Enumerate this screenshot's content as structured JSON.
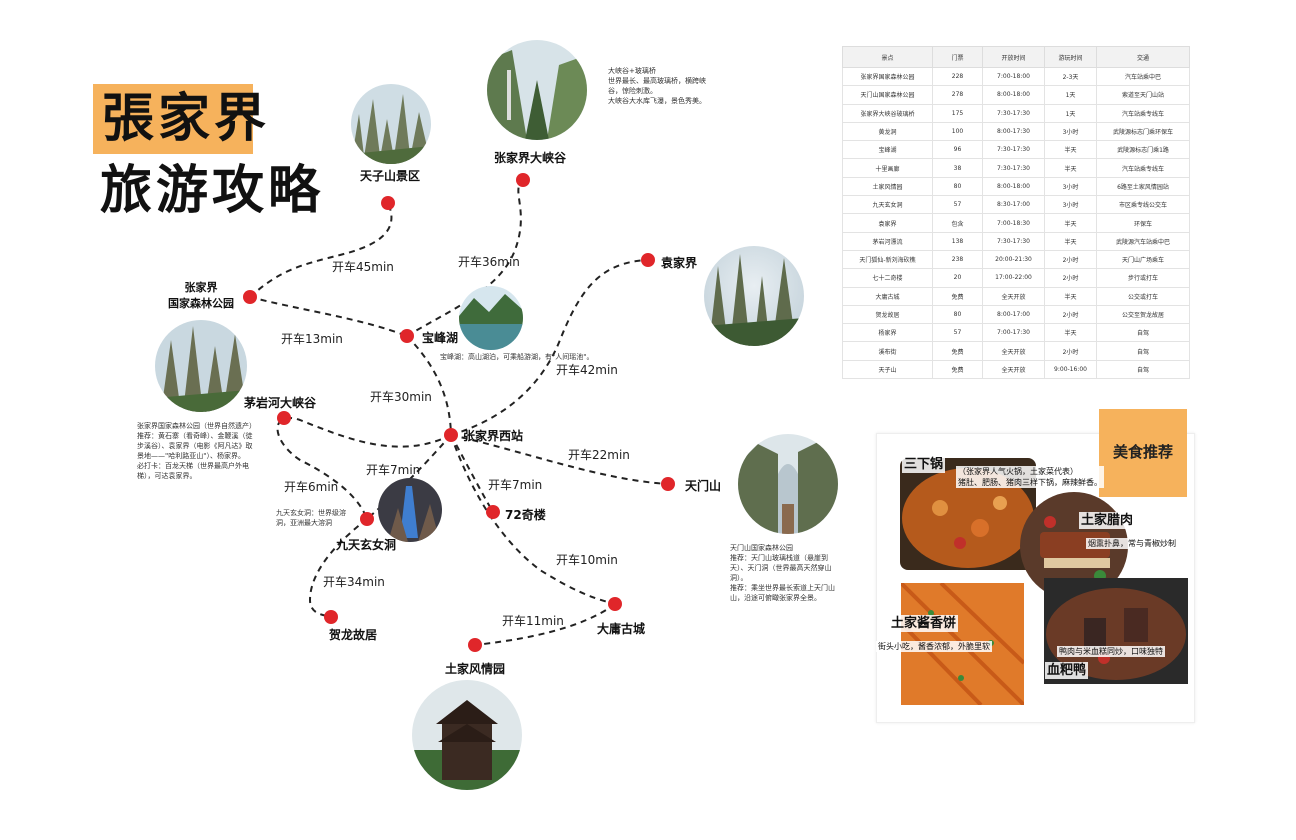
{
  "title": {
    "line1": "張家界",
    "line2": "旅游攻略"
  },
  "places": {
    "tianzi": "天子山景区",
    "canyon": "张家界大峡谷",
    "forest_park": "张家界\n国家森林公园",
    "baofeng": "宝峰湖",
    "yuanjiajie": "袁家界",
    "maoyan": "茅岩河大峡谷",
    "west_station": "张家界西站",
    "tianmen": "天门山",
    "jiutian": "九天玄女洞",
    "qiqi": "72奇楼",
    "helong": "贺龙故居",
    "dayong": "大庸古城",
    "tujia": "土家风情园"
  },
  "drives": {
    "d_tianzi": "开车45min",
    "d_canyon": "开车36min",
    "d_forest": "开车13min",
    "d_west_baofeng": "开车30min",
    "d_yuanjia": "开车42min",
    "d_tianmen": "开车22min",
    "d_jiutian": "开车7min",
    "d_maoyan": "开车6min",
    "d_qiqi": "开车7min",
    "d_helong": "开车34min",
    "d_dayong": "开车10min",
    "d_tujia": "开车11min"
  },
  "notes": {
    "canyon": "大峡谷+玻璃桥\n世界最长、最高玻璃桥，横跨峡\n谷，惊险刺激。\n大峡谷大水库飞瀑，景色秀美。",
    "baofeng": "宝峰湖：高山湖泊，可乘船游湖，有\"人间瑶池\"。",
    "forest_park": "张家界国家森林公园（世界自然遗产）\n推荐：黄石寨（看奇峰）、金鞭溪（徒\n步溪谷）、袁家界（电影《阿凡达》取\n景地——\"哈利路亚山\"）、杨家界。\n必打卡：百龙天梯（世界最高户外电\n梯），可达袁家界。",
    "jiutian": "九天玄女洞：世界级溶\n洞，亚洲最大溶洞",
    "tianmen": "天门山国家森林公园\n推荐：天门山玻璃栈道（悬崖到\n天）、天门洞（世界最高天然穿山\n洞）。\n推荐：乘坐世界最长索道上天门山\n山，沿途可俯瞰张家界全景。"
  },
  "table": {
    "headers": [
      "景点",
      "门票",
      "开放时间",
      "游玩时间",
      "交通"
    ],
    "rows": [
      [
        "张家界国家森林公园",
        "228",
        "7:00-18:00",
        "2-3天",
        "汽车站乘中巴"
      ],
      [
        "天门山国家森林公园",
        "278",
        "8:00-18:00",
        "1天",
        "索道至天门山站"
      ],
      [
        "张家界大峡谷玻璃桥",
        "175",
        "7:30-17:30",
        "1天",
        "汽车站乘专线车"
      ],
      [
        "黄龙洞",
        "100",
        "8:00-17:30",
        "3小时",
        "武陵源标志门乘环保车"
      ],
      [
        "宝峰湖",
        "96",
        "7:30-17:30",
        "半天",
        "武陵源标志门乘1路"
      ],
      [
        "十里画廊",
        "38",
        "7:30-17:30",
        "半天",
        "汽车站乘专线车"
      ],
      [
        "土家风情园",
        "80",
        "8:00-18:00",
        "3小时",
        "6路至土家风情园站"
      ],
      [
        "九天玄女洞",
        "57",
        "8:30-17:00",
        "3小时",
        "市区乘专线公交车"
      ],
      [
        "袁家界",
        "包含",
        "7:00-18:30",
        "半天",
        "环保车"
      ],
      [
        "茅岩河漂流",
        "138",
        "7:30-17:30",
        "半天",
        "武陵源汽车站乘中巴"
      ],
      [
        "天门狐仙-新刘海砍樵",
        "238",
        "20:00-21:30",
        "2小时",
        "天门山广场乘车"
      ],
      [
        "七十二奇楼",
        "20",
        "17:00-22:00",
        "2小时",
        "步行或打车"
      ],
      [
        "大庸古城",
        "免费",
        "全天开放",
        "半天",
        "公交或打车"
      ],
      [
        "贺龙故居",
        "80",
        "8:00-17:00",
        "2小时",
        "公交至贺龙故居"
      ],
      [
        "杨家界",
        "57",
        "7:00-17:30",
        "半天",
        "自驾"
      ],
      [
        "溪布街",
        "免费",
        "全天开放",
        "2小时",
        "自驾"
      ],
      [
        "天子山",
        "免费",
        "全天开放",
        "9:00-16:00",
        "自驾"
      ]
    ]
  },
  "food": {
    "badge": "美食推荐",
    "dishes": [
      {
        "name": "三下锅",
        "desc": "（张家界人气火锅，土家菜代表）\n猪肚、肥肠、猪肉三样下锅，麻辣鲜香。"
      },
      {
        "name": "土家腊肉",
        "desc": "烟熏扑鼻，常与青椒炒制"
      },
      {
        "name": "土家酱香饼",
        "desc": "街头小吃，酱香浓郁，外脆里软"
      },
      {
        "name": "血粑鸭",
        "desc": "鸭肉与米血糕同炒，口味独特"
      }
    ]
  },
  "colors": {
    "accent": "#f6b25c",
    "marker": "#e0262a",
    "route": "#222222"
  }
}
